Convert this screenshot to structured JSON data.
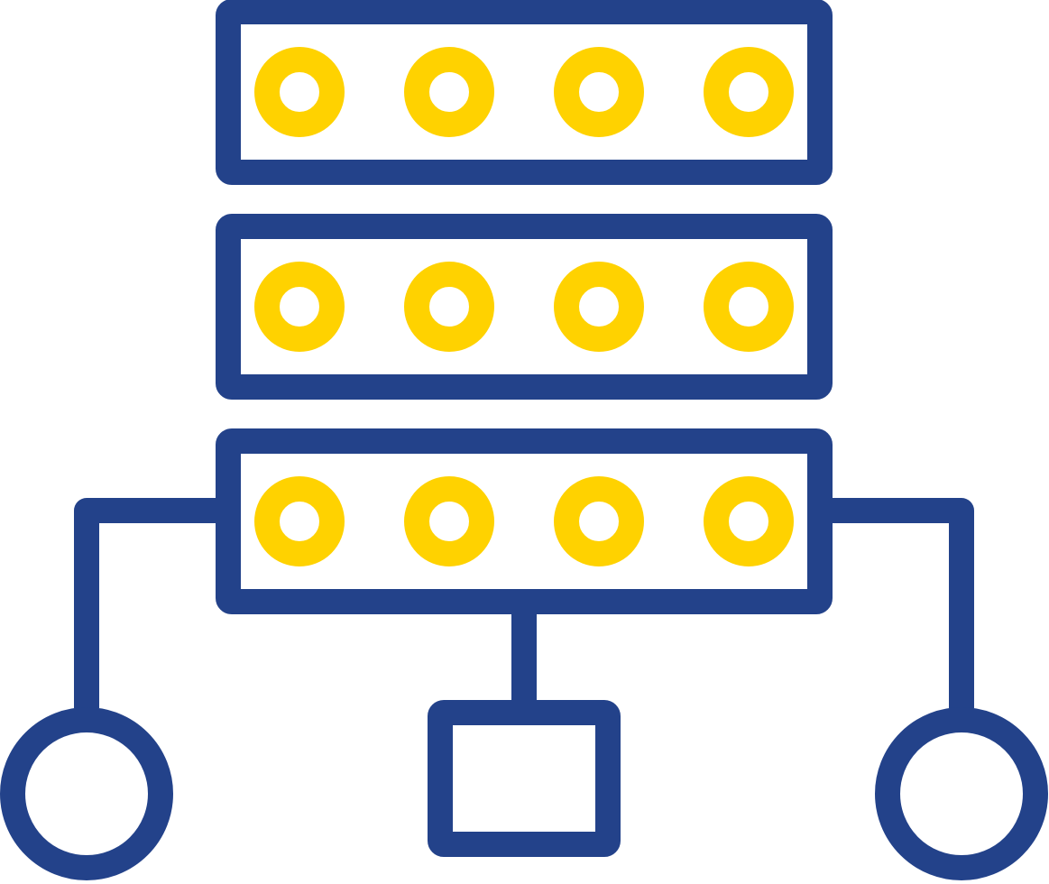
{
  "icon": {
    "name": "server-network-icon",
    "stroke_color": "#23428A",
    "accent_color": "#FFD200",
    "background_color": "#FFFFFF",
    "server_units": 3,
    "indicators_per_unit": 4,
    "child_nodes": [
      "circle",
      "square",
      "circle"
    ]
  }
}
